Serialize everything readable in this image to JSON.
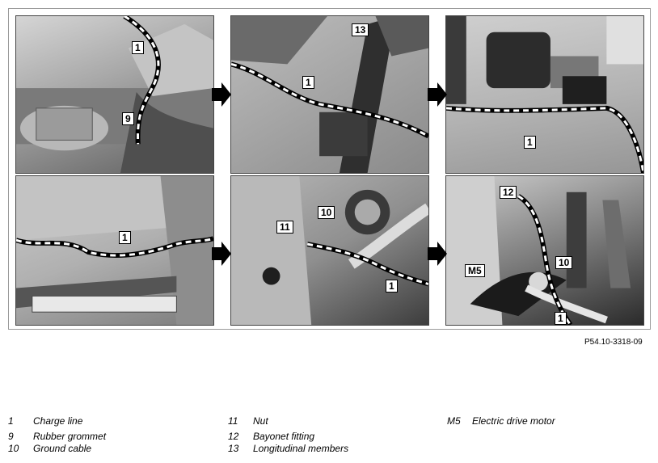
{
  "callouts": {
    "p1_a": "1",
    "p1_b": "9",
    "p2_a": "13",
    "p2_b": "1",
    "p3_a": "1",
    "p4_a": "1",
    "p5_a": "11",
    "p5_b": "10",
    "p5_c": "1",
    "p6_a": "12",
    "p6_b": "M5",
    "p6_c": "10",
    "p6_d": "1"
  },
  "figure_code": "P54.10-3318-09",
  "legend": [
    {
      "num": "1",
      "text": "Charge line"
    },
    {
      "num": "9",
      "text": "Rubber grommet"
    },
    {
      "num": "10",
      "text": "Ground cable"
    },
    {
      "num": "11",
      "text": "Nut"
    },
    {
      "num": "12",
      "text": "Bayonet fitting"
    },
    {
      "num": "13",
      "text": "Longitudinal members"
    },
    {
      "num": "M5",
      "text": "Electric drive motor"
    }
  ]
}
